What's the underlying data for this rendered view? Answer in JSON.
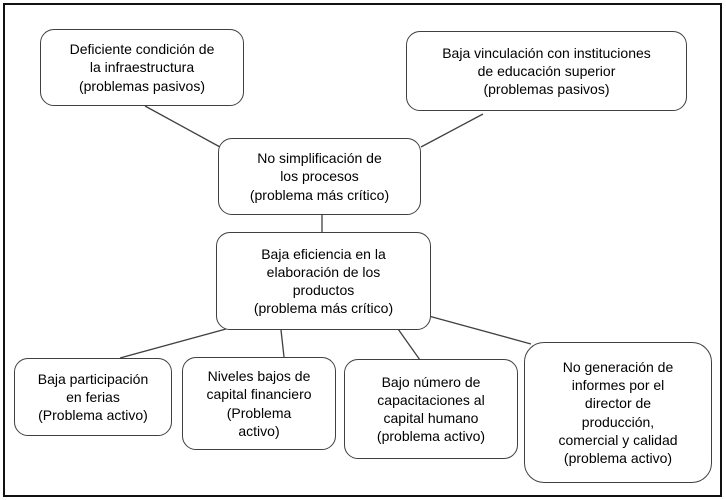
{
  "colors": {
    "background": "#ffffff",
    "frame": "#111111",
    "node_border": "#404040",
    "connector": "#404040",
    "text": "#000000"
  },
  "diagram": {
    "nodes": {
      "infraestructura": {
        "text": "Deficiente condición de\nla infraestructura\n(problemas pasivos)"
      },
      "vinculacion": {
        "text": "Baja vinculación con instituciones\nde educación superior\n(problemas pasivos)"
      },
      "simplificacion": {
        "text": "No simplificación de\nlos procesos\n(problema más crítico)"
      },
      "eficiencia": {
        "text": "Baja eficiencia en la\nelaboración de los\nproductos\n(problema más crítico)"
      },
      "ferias": {
        "text": "Baja participación\nen ferias\n(Problema activo)"
      },
      "capital_financiero": {
        "text": "Niveles bajos de\ncapital financiero\n(Problema\nactivo)"
      },
      "capacitaciones": {
        "text": "Bajo número de\ncapacitaciones al\ncapital humano\n(problema activo)"
      },
      "informes": {
        "text": "No generación de\ninformes por el\ndirector de\nproducción,\ncomercial y calidad\n(problema activo)"
      }
    },
    "edges": [
      {
        "from": "infraestructura",
        "to": "simplificacion"
      },
      {
        "from": "vinculacion",
        "to": "simplificacion"
      },
      {
        "from": "simplificacion",
        "to": "eficiencia"
      },
      {
        "from": "eficiencia",
        "to": "ferias"
      },
      {
        "from": "eficiencia",
        "to": "capital_financiero"
      },
      {
        "from": "eficiencia",
        "to": "capacitaciones"
      },
      {
        "from": "eficiencia",
        "to": "informes"
      }
    ]
  }
}
